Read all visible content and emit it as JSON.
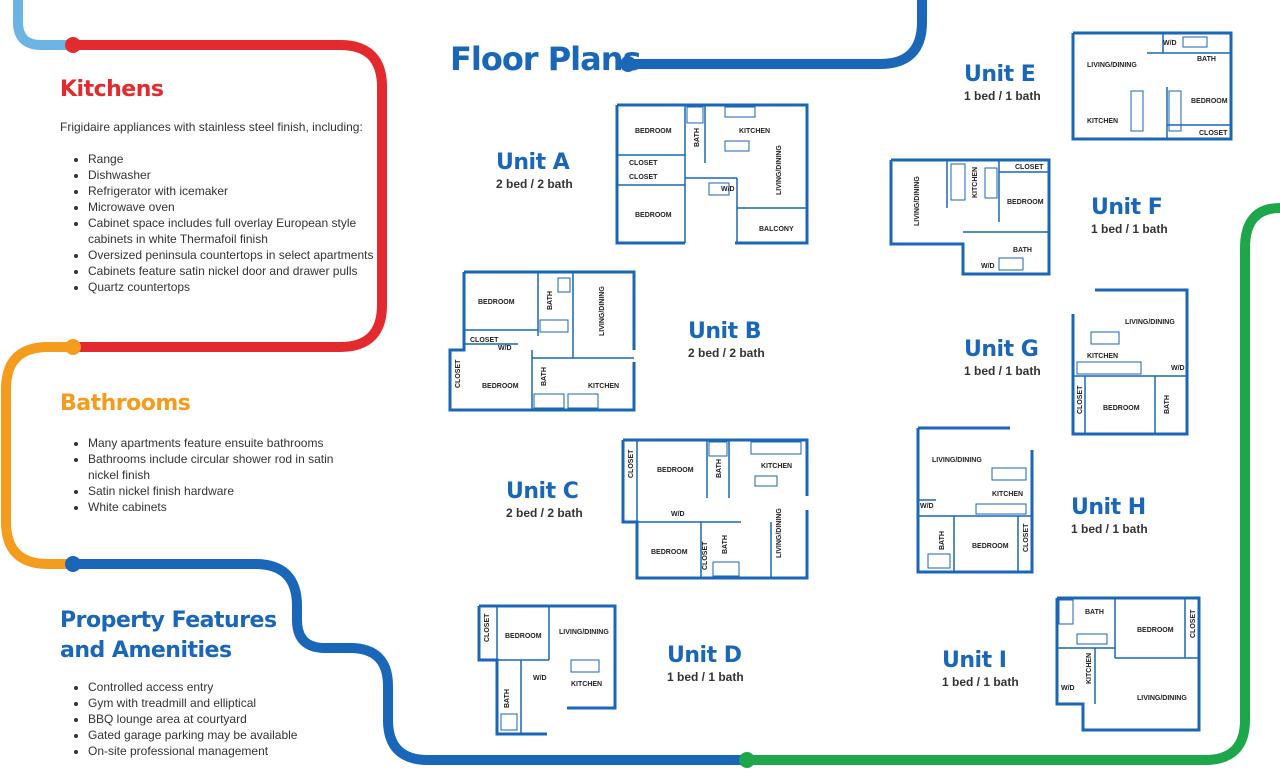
{
  "colors": {
    "red": "#e22a2f",
    "orange": "#f39c1e",
    "blue": "#1a66b8",
    "light_blue": "#6cb4e4",
    "green": "#1ea64a"
  },
  "kitchens": {
    "title": "Kitchens",
    "intro": "Frigidaire appliances with stainless steel finish, including:",
    "items": [
      "Range",
      "Dishwasher",
      "Refrigerator with icemaker",
      "Microwave oven",
      "Cabinet space includes full overlay European style cabinets in white Thermafoil finish",
      "Oversized peninsula countertops in select apartments",
      "Cabinets feature satin nickel door and drawer pulls",
      "Quartz countertops"
    ]
  },
  "bathrooms": {
    "title": "Bathrooms",
    "items": [
      "Many apartments feature ensuite bathrooms",
      "Bathrooms include circular shower rod in satin nickel finish",
      "Satin nickel finish hardware",
      "White cabinets"
    ]
  },
  "property": {
    "title_line1": "Property Features",
    "title_line2": "and Amenities",
    "items": [
      "Controlled access entry",
      "Gym with treadmill and elliptical",
      "BBQ lounge area at courtyard",
      "Gated garage parking may be available",
      "On-site professional management"
    ]
  },
  "floor_plans_title": "Floor Plans",
  "room_labels": {
    "bedroom": "BEDROOM",
    "bath": "BATH",
    "kitchen": "KITCHEN",
    "living": "LIVING/DINING",
    "closet": "CLOSET",
    "balcony": "BALCONY",
    "wd": "W/D"
  },
  "units": [
    {
      "name": "Unit A",
      "type": "2 bed / 2 bath"
    },
    {
      "name": "Unit B",
      "type": "2 bed / 2 bath"
    },
    {
      "name": "Unit C",
      "type": "2 bed / 2 bath"
    },
    {
      "name": "Unit D",
      "type": "1 bed / 1 bath"
    },
    {
      "name": "Unit E",
      "type": "1 bed / 1 bath"
    },
    {
      "name": "Unit F",
      "type": "1 bed / 1 bath"
    },
    {
      "name": "Unit G",
      "type": "1 bed / 1 bath"
    },
    {
      "name": "Unit H",
      "type": "1 bed / 1 bath"
    },
    {
      "name": "Unit I",
      "type": "1 bed / 1 bath"
    }
  ]
}
